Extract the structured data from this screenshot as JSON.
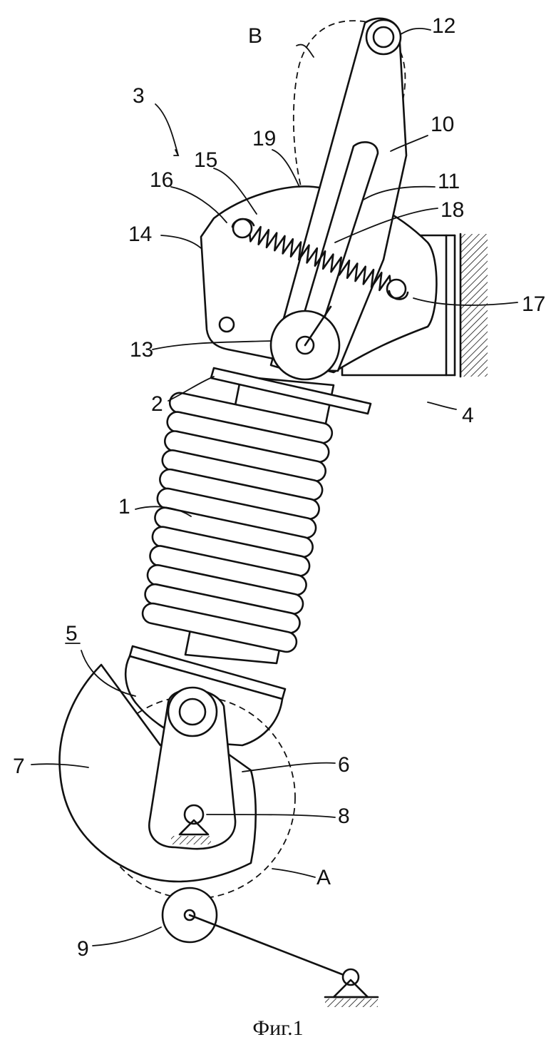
{
  "caption": "Фиг.1",
  "labels": [
    {
      "id": "lbl-B",
      "text": "B"
    },
    {
      "id": "lbl-12",
      "text": "12"
    },
    {
      "id": "lbl-3",
      "text": "3"
    },
    {
      "id": "lbl-10",
      "text": "10"
    },
    {
      "id": "lbl-19",
      "text": "19"
    },
    {
      "id": "lbl-15",
      "text": "15"
    },
    {
      "id": "lbl-16",
      "text": "16"
    },
    {
      "id": "lbl-11",
      "text": "11"
    },
    {
      "id": "lbl-18",
      "text": "18"
    },
    {
      "id": "lbl-14",
      "text": "14"
    },
    {
      "id": "lbl-17",
      "text": "17"
    },
    {
      "id": "lbl-13",
      "text": "13"
    },
    {
      "id": "lbl-2",
      "text": "2"
    },
    {
      "id": "lbl-4",
      "text": "4"
    },
    {
      "id": "lbl-1",
      "text": "1"
    },
    {
      "id": "lbl-5",
      "text": "5"
    },
    {
      "id": "lbl-7",
      "text": "7"
    },
    {
      "id": "lbl-6",
      "text": "6"
    },
    {
      "id": "lbl-8",
      "text": "8"
    },
    {
      "id": "lbl-A",
      "text": "A"
    },
    {
      "id": "lbl-9",
      "text": "9"
    }
  ]
}
